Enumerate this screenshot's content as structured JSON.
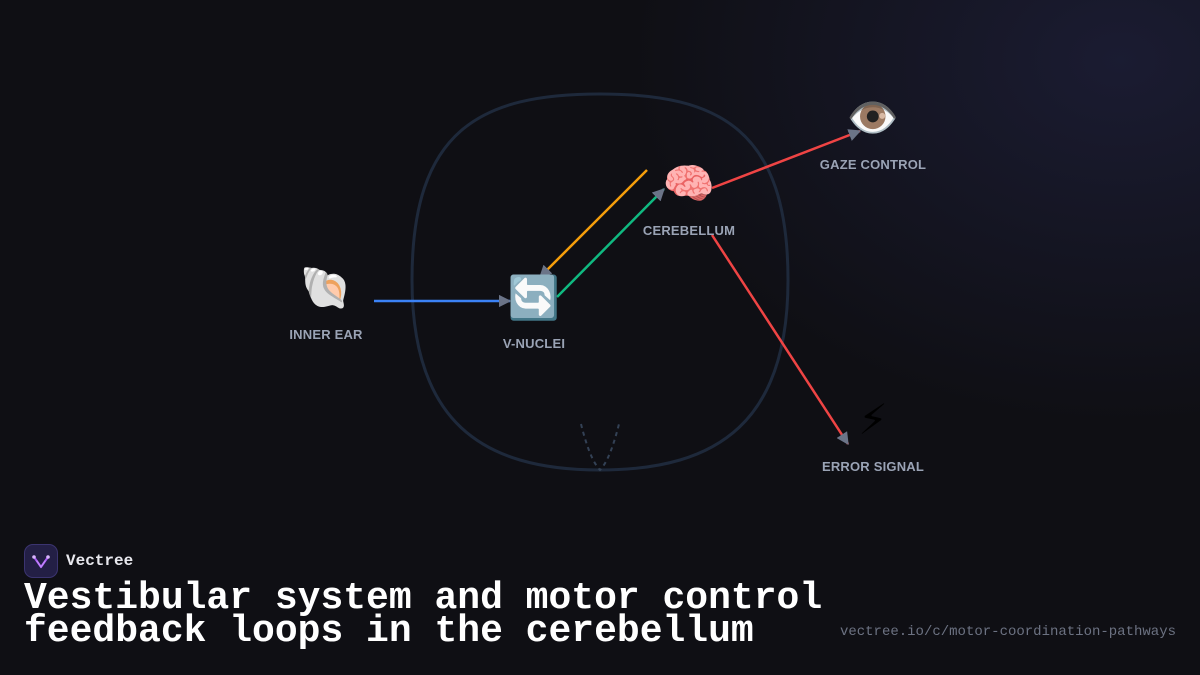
{
  "nodes": {
    "inner_ear": {
      "icon": "shell-icon",
      "emoji": "🐚",
      "label": "INNER EAR"
    },
    "v_nuclei": {
      "icon": "cycle-arrows-icon",
      "emoji": "🔄",
      "label": "V-NUCLEI"
    },
    "cerebellum": {
      "icon": "brain-icon",
      "emoji": "🧠",
      "label": "CEREBELLUM"
    },
    "gaze_control": {
      "icon": "eye-icon",
      "emoji": "👁️",
      "label": "GAZE CONTROL"
    },
    "error_signal": {
      "icon": "lightning-icon",
      "emoji": "⚡",
      "label": "ERROR SIGNAL"
    }
  },
  "edge_colors": {
    "inner_ear_to_v_nuclei": "#3b82f6",
    "v_nuclei_to_cerebellum": "#10b981",
    "cerebellum_to_v_nuclei": "#f59e0b",
    "cerebellum_to_gaze_control": "#ef4444",
    "cerebellum_to_error_signal": "#ef4444",
    "arrowhead": "#6b7488",
    "loop_outline": "#1e293b"
  },
  "brand": {
    "name": "Vectree",
    "logo_icon": "vectree-logo-icon",
    "logo_color": "#a855f7"
  },
  "title": "Vestibular system and motor control feedback loops in the cerebellum",
  "url": "vectree.io/c/motor-coordination-pathways"
}
